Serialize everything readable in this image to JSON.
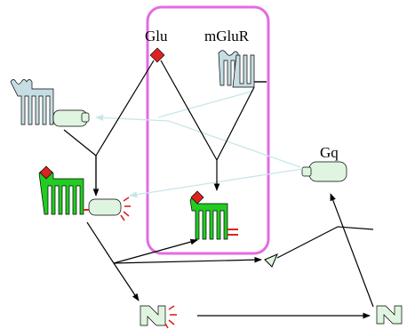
{
  "labels": {
    "glu": "Glu",
    "mglur": "mGluR",
    "gq": "Gq"
  },
  "colors": {
    "highlight_box": "#e36be3",
    "active_receptor": "#22cc22",
    "inactive_receptor": "#c5dde3",
    "g_protein": "#dff5df",
    "ligand": "#dd2222",
    "faded_arrow": "#c8e6ea",
    "arrow": "#000000"
  },
  "icons": [
    "glutamate-ligand-icon",
    "mglur-receptor-icon",
    "gq-protein-icon",
    "effector-triangle-icon",
    "enzyme-n-icon"
  ]
}
